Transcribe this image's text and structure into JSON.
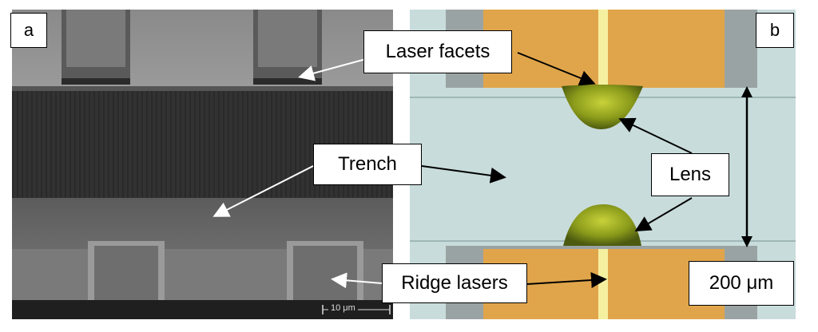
{
  "figure": {
    "panel_a": {
      "letter": "a",
      "scale_bar": "10 μm"
    },
    "panel_b": {
      "letter": "b",
      "scale_text": "200 μm"
    },
    "labels": {
      "laser_facets": "Laser facets",
      "trench": "Trench",
      "ridge_lasers": "Ridge lasers",
      "lens": "Lens"
    },
    "colors": {
      "sem_dark": "#333333",
      "sem_light": "#6e6e6e",
      "gold_contact": "#e0a54a",
      "substrate": "#c9dcdc",
      "lens_green": "#8a9a1a"
    }
  }
}
